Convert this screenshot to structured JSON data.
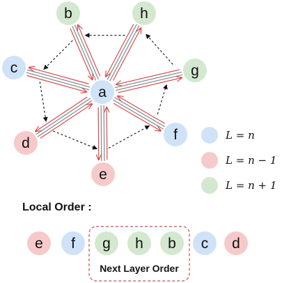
{
  "colors": {
    "blue": "#cfe2f7",
    "red": "#f6caca",
    "green": "#d3e8cf",
    "edge_gray": "#8a8f96",
    "edge_red": "#d84a4a",
    "border_red": "#c0504d"
  },
  "graph": {
    "center": {
      "label": "a",
      "color": "blue"
    },
    "neighbors": [
      {
        "label": "b",
        "color": "green"
      },
      {
        "label": "h",
        "color": "green"
      },
      {
        "label": "g",
        "color": "green"
      },
      {
        "label": "f",
        "color": "blue"
      },
      {
        "label": "e",
        "color": "red"
      },
      {
        "label": "d",
        "color": "red"
      },
      {
        "label": "c",
        "color": "blue"
      }
    ]
  },
  "legend": [
    {
      "text": "L = n",
      "color": "blue"
    },
    {
      "text": "L = n − 1",
      "color": "red"
    },
    {
      "text": "L = n + 1",
      "color": "green"
    }
  ],
  "local_order": {
    "title": "Local Order :",
    "items": [
      {
        "label": "e",
        "color": "red"
      },
      {
        "label": "f",
        "color": "blue"
      },
      {
        "label": "g",
        "color": "green"
      },
      {
        "label": "h",
        "color": "green"
      },
      {
        "label": "b",
        "color": "green"
      },
      {
        "label": "c",
        "color": "blue"
      },
      {
        "label": "d",
        "color": "red"
      }
    ],
    "group_label": "Next Layer Order"
  }
}
